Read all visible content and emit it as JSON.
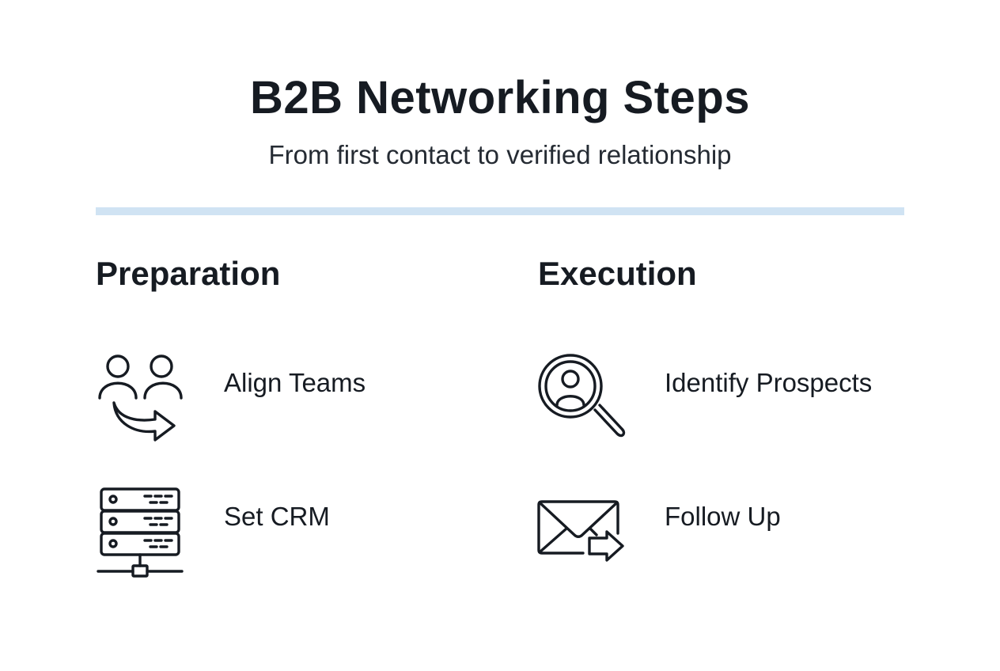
{
  "header": {
    "title": "B2B Networking Steps",
    "subtitle": "From first contact to verified relationship"
  },
  "colors": {
    "divider": "#d0e3f3",
    "text": "#161b22"
  },
  "sections": [
    {
      "heading": "Preparation",
      "items": [
        {
          "label": "Align Teams",
          "icon": "people-arrow-icon"
        },
        {
          "label": "Set CRM",
          "icon": "server-network-icon"
        }
      ]
    },
    {
      "heading": "Execution",
      "items": [
        {
          "label": "Identify Prospects",
          "icon": "magnifier-person-icon"
        },
        {
          "label": "Follow Up",
          "icon": "envelope-arrow-icon"
        }
      ]
    }
  ]
}
